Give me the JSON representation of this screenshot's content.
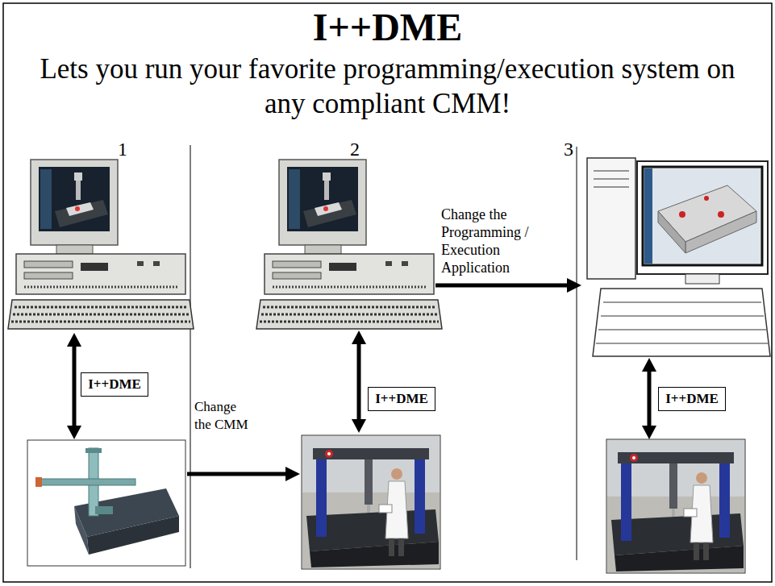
{
  "diagram": {
    "title": "I++DME",
    "nodes": [
      {
        "text": [
          "I++DME"
        ]
      },
      {
        "text": [
          "I++DME"
        ]
      },
      {
        "text": [
          "I++DME"
        ]
      }
    ],
    "labels": [
      "Lets you run your favorite programming/execution system on any compliant CMM!",
      "1",
      "2",
      "3",
      "Change the Programming / Execution Application",
      "Change the CMM"
    ]
  }
}
